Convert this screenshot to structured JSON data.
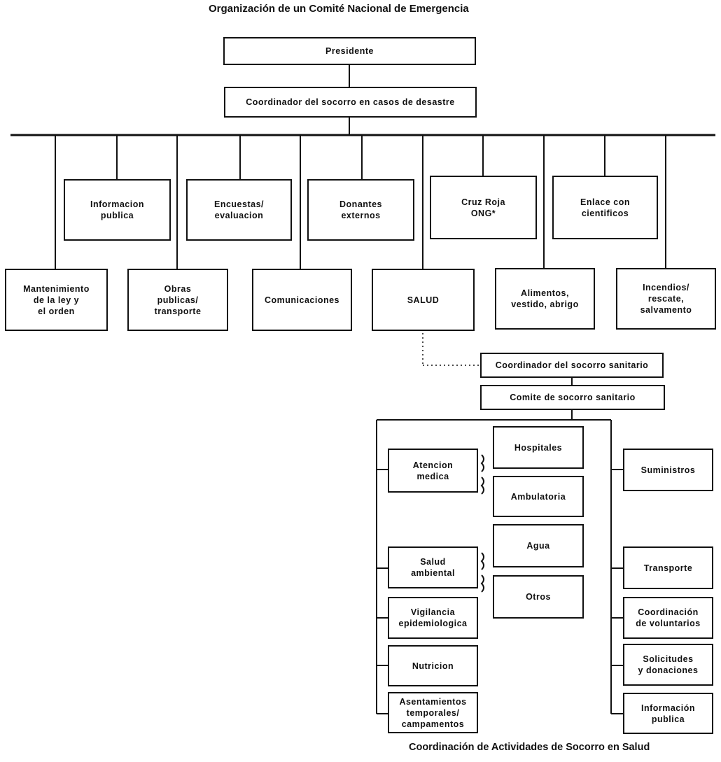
{
  "title": "Organización de un Comité Nacional de Emergencia",
  "footer_title": "Coordinación de Actividades de Socorro en Salud",
  "top": {
    "presidente": "Presidente",
    "coordinador": "Coordinador del socorro en casos de desastre"
  },
  "upper_row": {
    "informacion": "Informacion\npublica",
    "encuestas": "Encuestas/\nevaluacion",
    "donantes": "Donantes\nexternos",
    "cruz_roja": "Cruz Roja\nONG*",
    "enlace": "Enlace con\ncientificos"
  },
  "lower_row": {
    "mantenimiento": "Mantenimiento\nde la ley y\nel orden",
    "obras": "Obras\npublicas/\ntransporte",
    "comunicaciones": "Comunicaciones",
    "salud": "SALUD",
    "alimentos": "Alimentos,\nvestido, abrigo",
    "incendios": "Incendios/\nrescate,\nsalvamento"
  },
  "health": {
    "coordinador_sanitario": "Coordinador del socorro sanitario",
    "comite": "Comite de socorro sanitario",
    "atencion": "Atencion\nmedica",
    "hospitales": "Hospitales",
    "ambulatoria": "Ambulatoria",
    "salud_ambiental": "Salud\nambiental",
    "agua": "Agua",
    "otros": "Otros",
    "vigilancia": "Vigilancia\nepidemiologica",
    "nutricion": "Nutricion",
    "asentamientos": "Asentamientos\ntemporales/\ncampamentos",
    "suministros": "Suministros",
    "transporte": "Transporte",
    "voluntarios": "Coordinación\nde voluntarios",
    "solicitudes": "Solicitudes\ny donaciones",
    "informacion_publica": "Información\npublica"
  }
}
